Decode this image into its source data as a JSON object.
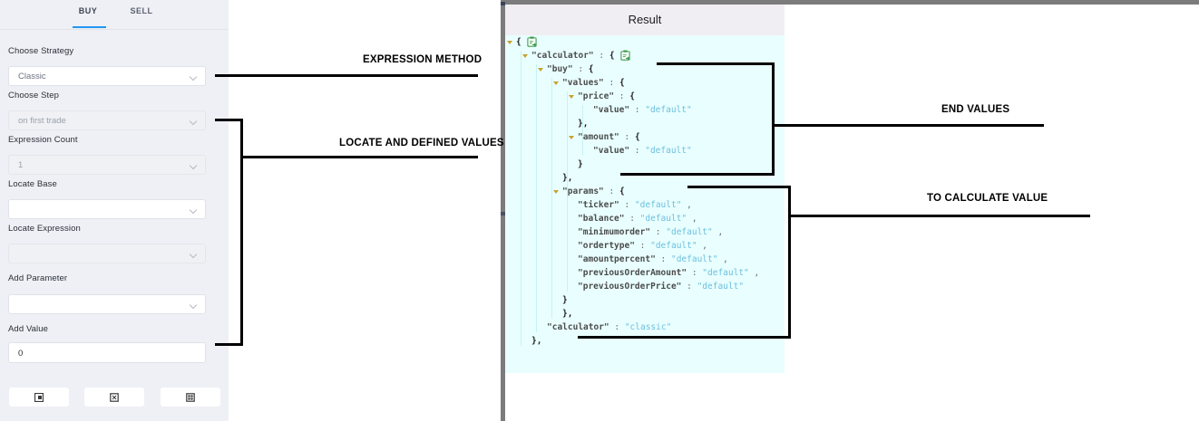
{
  "left_panel": {
    "tabs": [
      {
        "label": "BUY",
        "active": true
      },
      {
        "label": "SELL",
        "active": false
      }
    ],
    "fields": [
      {
        "label": "Choose Strategy",
        "value": "Classic",
        "muted": false,
        "filled": true
      },
      {
        "label": "Choose Step",
        "value": "on first trade",
        "muted": true,
        "filled": false
      },
      {
        "label": "Expression Count",
        "value": "1",
        "muted": true,
        "filled": false
      },
      {
        "label": "Locate Base",
        "value": "",
        "muted": false,
        "filled": false
      },
      {
        "label": "Locate Expression",
        "value": "",
        "muted": true,
        "filled": false
      },
      {
        "label": "Add Parameter",
        "value": "",
        "muted": false,
        "filled": false
      },
      {
        "label": "Add Value",
        "value": "0",
        "muted": false,
        "filled": true
      }
    ],
    "buttons": [
      {
        "icon": "save-icon"
      },
      {
        "icon": "export-icon"
      },
      {
        "icon": "grid-icon"
      }
    ]
  },
  "result_panel": {
    "title": "Result",
    "json_lines": [
      {
        "indent": 0,
        "text": "{",
        "copy": true
      },
      {
        "indent": 1,
        "text": "\"calculator\" : {",
        "copy": true
      },
      {
        "indent": 2,
        "text": "\"buy\" : {",
        "copy": false
      },
      {
        "indent": 3,
        "text": "\"values\" : {",
        "copy": false
      },
      {
        "indent": 4,
        "text": "\"price\" : {",
        "copy": false
      },
      {
        "indent": 5,
        "text": "\"value\" : \"default\"",
        "copy": false
      },
      {
        "indent": 4,
        "text": "},",
        "copy": false
      },
      {
        "indent": 4,
        "text": "\"amount\" : {",
        "copy": false
      },
      {
        "indent": 5,
        "text": "\"value\" : \"default\"",
        "copy": false
      },
      {
        "indent": 4,
        "text": "}",
        "copy": false
      },
      {
        "indent": 3,
        "text": "},",
        "copy": false
      },
      {
        "indent": 3,
        "text": "\"params\" : {",
        "copy": false
      },
      {
        "indent": 4,
        "text": "\"ticker\" : \"default\" ,",
        "copy": false
      },
      {
        "indent": 4,
        "text": "\"balance\" : \"default\" ,",
        "copy": false
      },
      {
        "indent": 4,
        "text": "\"minimumorder\" : \"default\" ,",
        "copy": false
      },
      {
        "indent": 4,
        "text": "\"ordertype\" : \"default\" ,",
        "copy": false
      },
      {
        "indent": 4,
        "text": "\"amountpercent\" : \"default\" ,",
        "copy": false
      },
      {
        "indent": 4,
        "text": "\"previousOrderAmount\" : \"default\" ,",
        "copy": false
      },
      {
        "indent": 4,
        "text": "\"previousOrderPrice\" : \"default\"",
        "copy": false
      },
      {
        "indent": 3,
        "text": "}",
        "copy": false
      },
      {
        "indent": 3,
        "text": "},",
        "copy": false
      },
      {
        "indent": 2,
        "text": "\"calculator\" : \"classic\"",
        "copy": false
      },
      {
        "indent": 1,
        "text": "},",
        "copy": false
      }
    ]
  },
  "annotations": [
    {
      "text": "EXPRESSION METHOD"
    },
    {
      "text": "LOCATE AND DEFINED VALUES"
    },
    {
      "text": "END VALUES"
    },
    {
      "text": "TO CALCULATE VALUE"
    }
  ],
  "colors": {
    "panel_bg": "#eef0f5",
    "json_bg": "#e9ffff",
    "accent": "#2196f3",
    "json_value": "#6bbede",
    "copy_icon": "#3e9b4f",
    "splitter": "#7c7c7c"
  }
}
